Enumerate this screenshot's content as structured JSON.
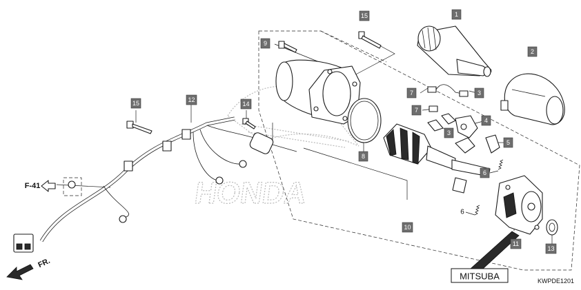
{
  "diagram": {
    "code": "KWPDE1201",
    "reference": {
      "label": "F-41"
    },
    "direction": {
      "label": "FR."
    },
    "brand_label": "MITSUBA",
    "watermark": {
      "text": "HONDA"
    },
    "callouts": {
      "c1": "1",
      "c2": "2",
      "c3a": "3",
      "c3b": "3",
      "c4": "4",
      "c5": "5",
      "c6a": "6",
      "c6b": "6",
      "c7a": "7",
      "c7b": "7",
      "c8": "8",
      "c9": "9",
      "c10": "10",
      "c11": "11",
      "c12": "12",
      "c13": "13",
      "c14": "14",
      "c15a": "15",
      "c15b": "15"
    }
  }
}
